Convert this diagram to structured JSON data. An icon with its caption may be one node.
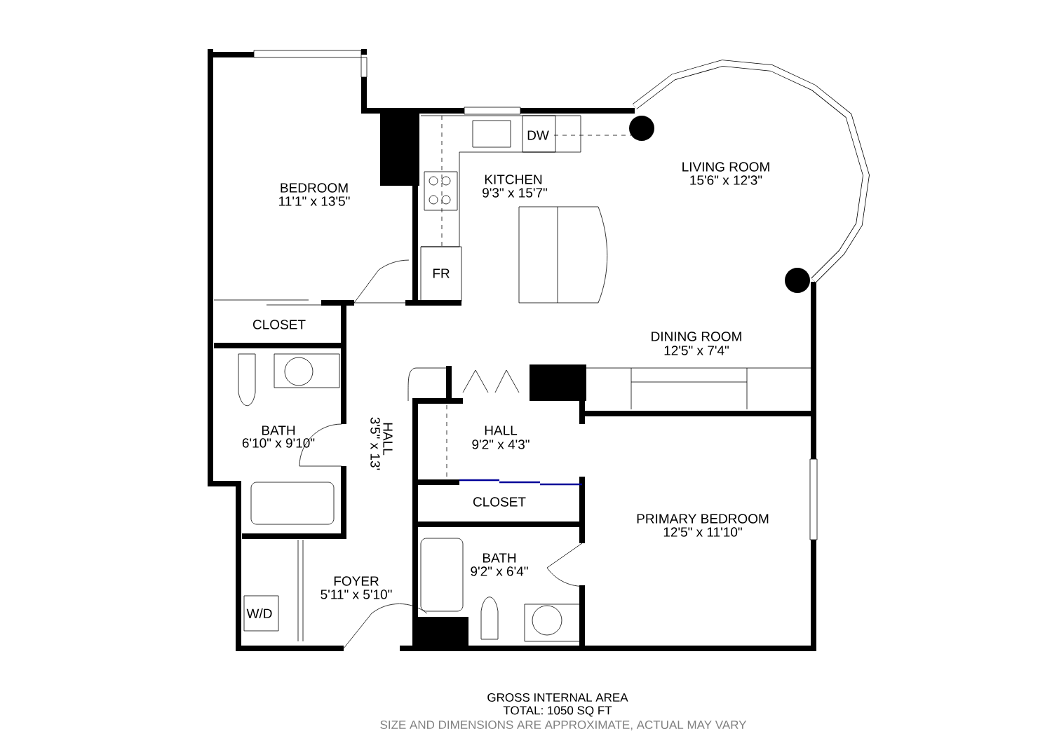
{
  "diagram": {
    "labels": [
      "BEDROOM",
      "11'1\" x 13'5\"",
      "KITCHEN",
      "9'3\" x 15'7\"",
      "LIVING ROOM",
      "15'6\" x 12'3\"",
      "DW",
      "FR",
      "CLOSET",
      "DINING ROOM",
      "12'5\" x 7'4\"",
      "BATH",
      "6'10\" x 9'10\"",
      "HALL",
      "3'5\" x 13'",
      "HALL",
      "9'2\" x 4'3\"",
      "CLOSET",
      "PRIMARY BEDROOM",
      "12'5\" x 11'10\"",
      "BATH",
      "9'2\" x 6'4\"",
      "FOYER",
      "5'11\" x 5'10\"",
      "W/D",
      "GROSS INTERNAL AREA",
      "TOTAL: 1050 SQ FT",
      "SIZE AND DIMENSIONS ARE APPROXIMATE, ACTUAL MAY VARY"
    ]
  }
}
